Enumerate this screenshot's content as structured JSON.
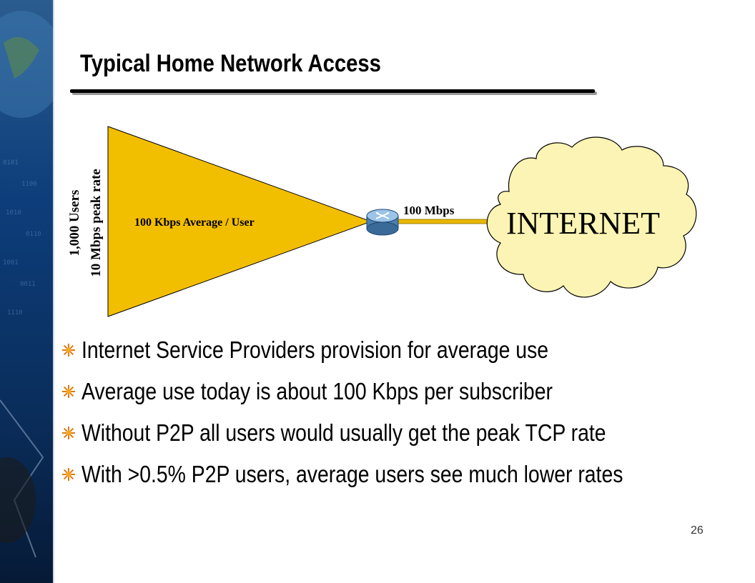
{
  "slide": {
    "title": "Typical Home Network Access",
    "page_number": "26"
  },
  "diagram": {
    "users_label": "1,000 Users",
    "peak_label": "10 Mbps peak rate",
    "average_label": "100 Kbps Average / User",
    "link_label": "100 Mbps",
    "cloud_label": "INTERNET"
  },
  "bullets": [
    "Internet Service Providers provision for average use",
    "Average use today is about 100 Kbps per subscriber",
    "Without P2P all users would usually get the peak TCP rate",
    "With >0.5% P2P users, average users see much lower rates"
  ],
  "colors": {
    "triangle": "#f2be00",
    "cloud": "#fcf4b4",
    "link": "#e8b800",
    "sidebar": "#0d3d7a"
  }
}
